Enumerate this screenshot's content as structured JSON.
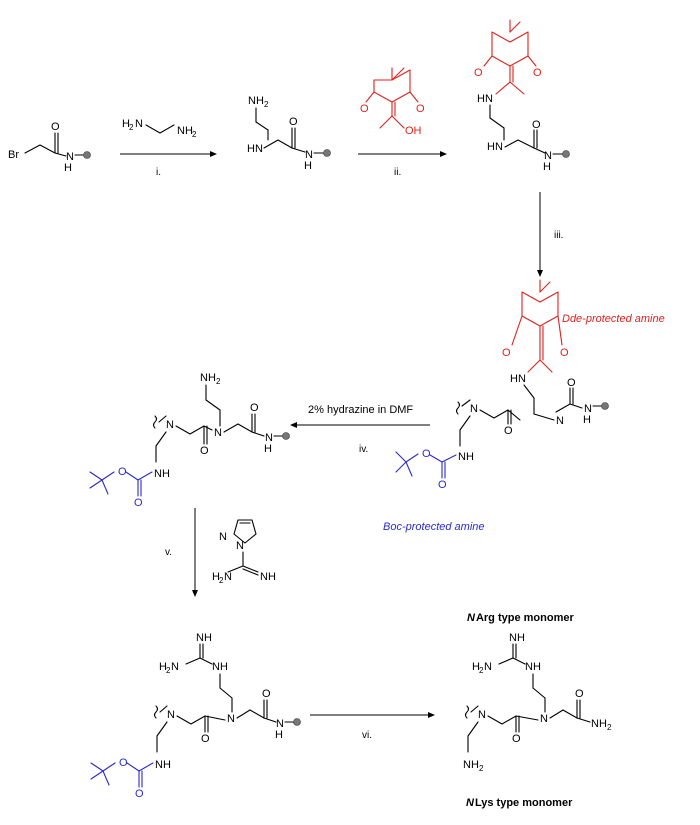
{
  "steps": {
    "i": "i.",
    "ii": "ii.",
    "iii": "iii.",
    "iv": "iv.",
    "v": "v.",
    "vi": "vi."
  },
  "conditions": {
    "hydrazine": "2% hydrazine in DMF"
  },
  "annotations": {
    "dde": "Dde-protected amine",
    "boc": "Boc-protected amine"
  },
  "monomers": {
    "narg_prefix": "N",
    "narg_rest": "Arg type monomer",
    "nlys_prefix": "N",
    "nlys_rest": "Lys type monomer"
  },
  "atoms": {
    "Br": "Br",
    "N": "N",
    "H": "H",
    "NH": "NH",
    "HN": "HN",
    "NH2": "NH",
    "H2N": "H",
    "O": "O",
    "OH": "OH",
    "two": "2"
  },
  "colors": {
    "dde": "#e0211b",
    "boc": "#2a2ad0"
  }
}
